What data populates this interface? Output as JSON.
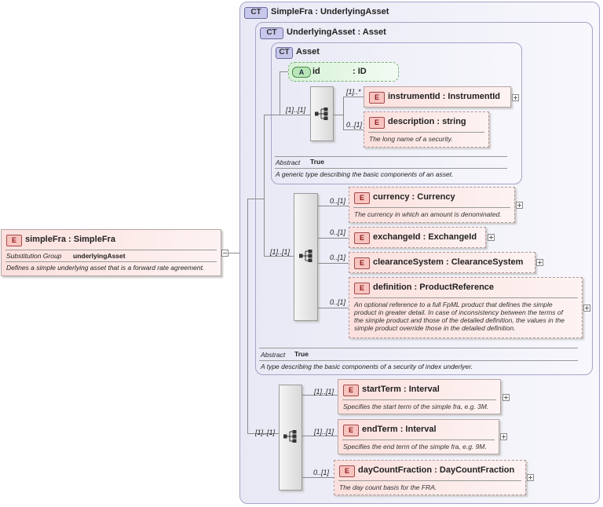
{
  "root": {
    "name": "simpleFra",
    "type": "SimpleFra",
    "sub_key": "Substitution Group",
    "sub_val": "underlyingAsset",
    "doc": "Defines a simple underlying asset that is a forward rate agreement."
  },
  "ct_simplefra": {
    "badge": "CT",
    "title": "SimpleFra",
    "base": "UnderlyingAsset"
  },
  "ct_underlying": {
    "badge": "CT",
    "title": "UnderlyingAsset",
    "base": "Asset",
    "abstract_key": "Abstract",
    "abstract_val": "True",
    "doc": "A type describing the basic components of a security of index underlyer."
  },
  "ct_asset": {
    "badge": "CT",
    "title": "Asset",
    "abstract_key": "Abstract",
    "abstract_val": "True",
    "doc": "A generic type describing the basic components of an asset."
  },
  "attr_id": {
    "badge": "A",
    "name": "id",
    "type": "ID"
  },
  "e_badge": "E",
  "asset_seq_mult": "[1]..[1]",
  "instrumentId": {
    "name": "instrumentId",
    "type": "InstrumentId",
    "mult": "[1]..*"
  },
  "description": {
    "name": "description",
    "type": "string",
    "mult": "0..[1]",
    "doc": "The long name of a security."
  },
  "ua_seq_mult": "[1]..[1]",
  "currency": {
    "name": "currency",
    "type": "Currency",
    "mult": "0..[1]",
    "doc": "The currency in which an amount is denominated."
  },
  "exchangeId": {
    "name": "exchangeId",
    "type": "ExchangeId",
    "mult": "0..[1]"
  },
  "clearanceSystem": {
    "name": "clearanceSystem",
    "type": "ClearanceSystem",
    "mult": "0..[1]"
  },
  "definition": {
    "name": "definition",
    "type": "ProductReference",
    "mult": "0..[1]",
    "doc": [
      "An optional reference to a full FpML product that defines the simple",
      "product in greater detail. In case of inconsistency between the terms of",
      "the simple product and those of the detailed definition, the values in the",
      "simple product override those in the detailed definition."
    ]
  },
  "fra_seq_mult": "[1]..[1]",
  "startTerm": {
    "name": "startTerm",
    "type": "Interval",
    "mult": "[1]..[1]",
    "doc": "Specifies the start term of the simple fra, e.g. 3M."
  },
  "endTerm": {
    "name": "endTerm",
    "type": "Interval",
    "mult": "[1]..[1]",
    "doc": "Specifies the end term of the simple fra, e.g. 9M."
  },
  "dayCountFraction": {
    "name": "dayCountFraction",
    "type": "DayCountFraction",
    "mult": "0..[1]",
    "doc": "The day count basis for the FRA."
  },
  "colors": {
    "ct_border": "#a4a4c8",
    "element_fill": "#fbe0dd",
    "attribute_fill": "#d6f2d6",
    "sequence_fill": "#e0e0e0"
  }
}
